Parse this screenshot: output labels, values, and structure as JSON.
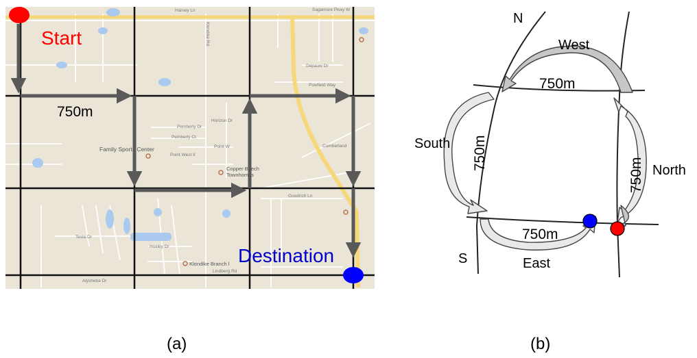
{
  "panel_a": {
    "start_label": "Start",
    "destination_label": "Destination",
    "distance_label": "750m",
    "start_color": "#ff0000",
    "destination_color": "#0000ff",
    "map_streets": [
      "Sagamore Pkwy W",
      "Harvey Ln",
      "Pemberly Dr",
      "Pemberly Ct",
      "Point W",
      "Point West II",
      "Family Sports Center",
      "Copper Beech",
      "Townhomes",
      "Klondike Rd",
      "Tesla Dr",
      "Huxley Dr",
      "Lindberg Rd",
      "Alysheba Dr",
      "Klondike Branch l",
      "Cumberland",
      "Powfield Way",
      "Depauw Dr",
      "Horizon Dr",
      "Goodrich Ln"
    ]
  },
  "panel_b": {
    "n_label": "N",
    "s_label": "S",
    "west_label": "West",
    "south_label": "South",
    "north_label": "North",
    "east_label": "East",
    "top_distance": "750m",
    "left_distance": "750m",
    "right_distance": "750m",
    "bottom_distance": "750m",
    "start_color": "#ff0000",
    "destination_color": "#0000ff"
  },
  "captions": {
    "a": "(a)",
    "b": "(b)"
  }
}
